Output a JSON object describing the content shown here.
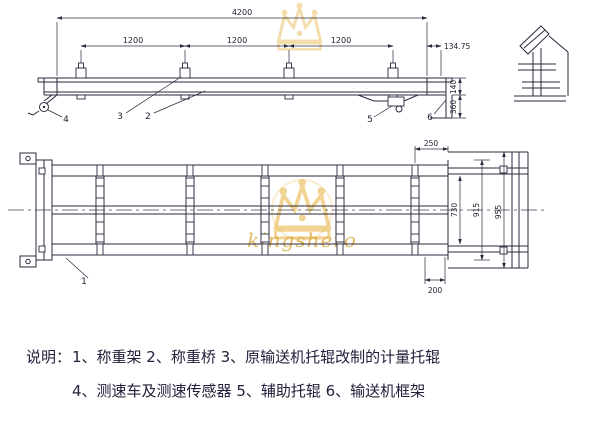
{
  "side_view": {
    "dims": {
      "total": "4200",
      "seg1": "1200",
      "seg2": "1200",
      "seg3": "1200",
      "end": "134.75",
      "h_top": "140",
      "h_bottom": "360"
    },
    "callouts": {
      "bridge": "2",
      "idler": "3",
      "speed_car": "4",
      "aux_roller": "5",
      "frame": "6"
    }
  },
  "plan_view": {
    "dims": {
      "overhang": "250",
      "inner_width": "730",
      "mid_width": "915",
      "outer_width": "955",
      "foot": "200"
    },
    "callouts": {
      "weigh_frame": "1"
    }
  },
  "legend": {
    "title": "说明：",
    "line1": "1、称重架  2、称重桥  3、原输送机托辊改制的计量托辊",
    "line2": "4、测速车及测速传感器  5、辅助托辊  6、输送机框架"
  },
  "watermark": {
    "text": "kingshero",
    "color": "#e8b64c"
  }
}
